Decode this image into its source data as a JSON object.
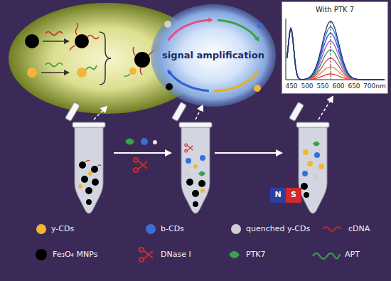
{
  "diagram": {
    "nodes": [
      {
        "text": [
          "signal amplification"
        ]
      },
      {
        "text": [
          "With PTK 7"
        ]
      }
    ],
    "labels": [
      "450",
      "500",
      "550",
      "600",
      "650",
      "700nm",
      "N",
      "S"
    ],
    "legend": [
      {
        "text": "y-CDs",
        "color": "#f2b634"
      },
      {
        "text": "b-CDs",
        "color": "#3a6fd8"
      },
      {
        "text": "quenched y-CDs",
        "color": "#cfcfcf"
      },
      {
        "text": "cDNA"
      },
      {
        "text": "Fe₃O₄ MNPs",
        "color": "#000000"
      },
      {
        "text": "DNase I"
      },
      {
        "text": "PTK7"
      },
      {
        "text": "APT"
      }
    ]
  }
}
